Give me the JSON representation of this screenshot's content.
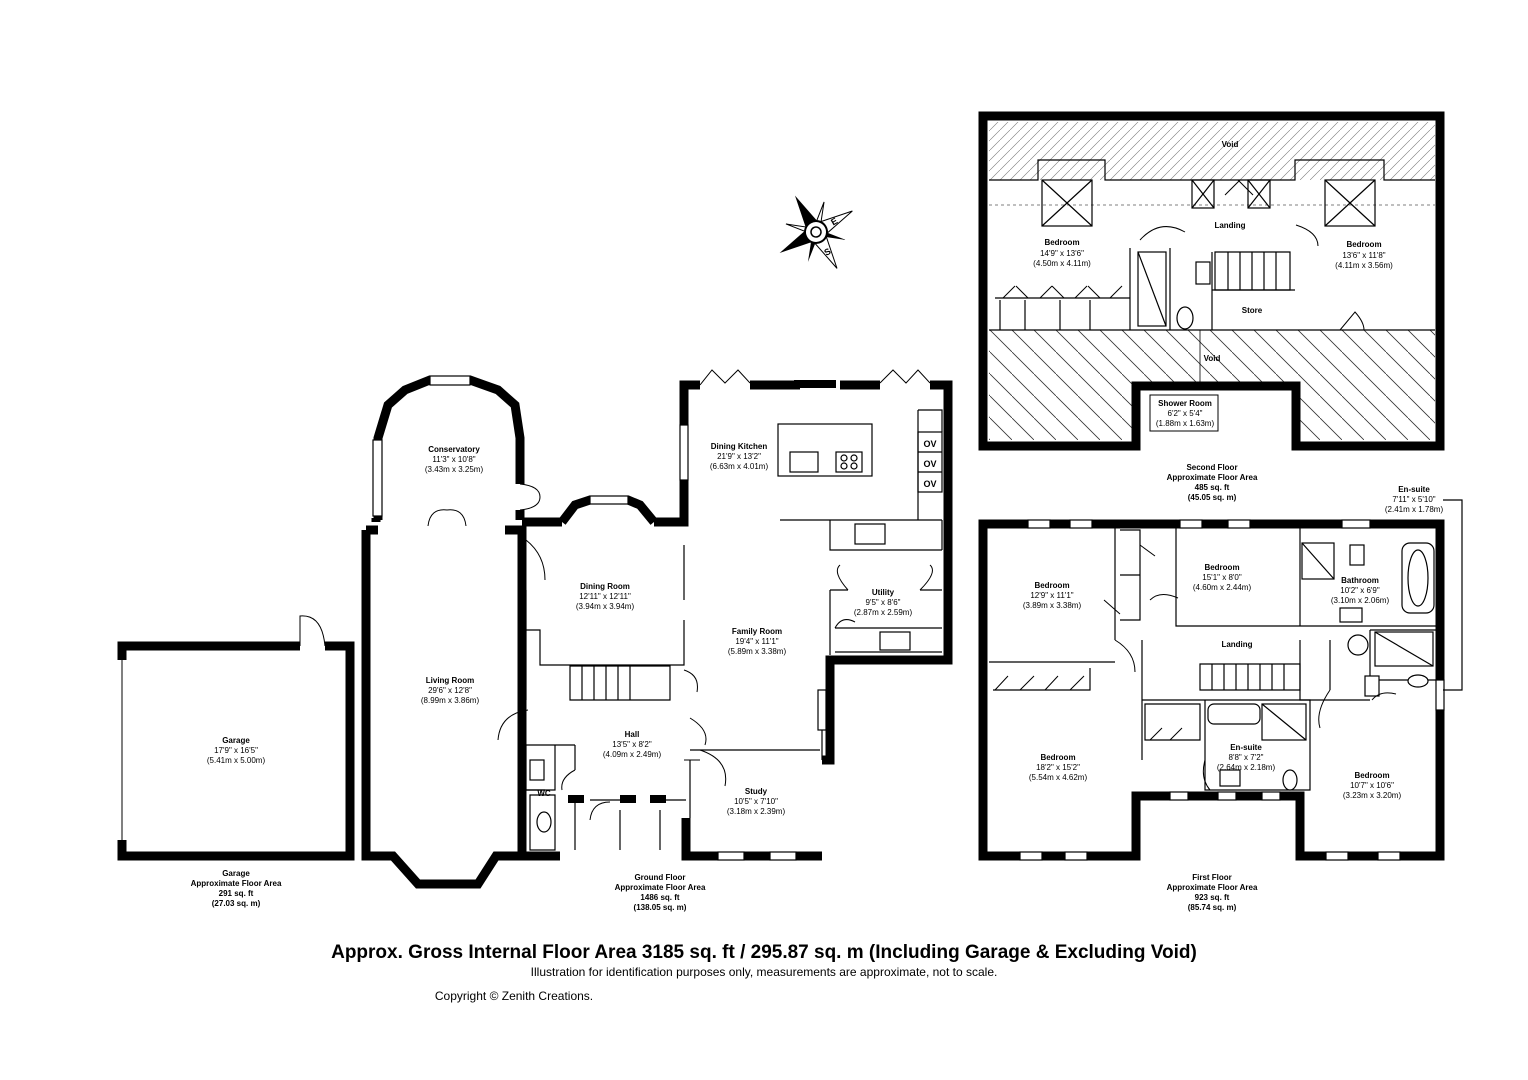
{
  "compass": {
    "n": "N",
    "e": "E",
    "s": "S",
    "w": "W"
  },
  "second_floor": {
    "void_top": "Void",
    "void_bottom": "Void",
    "landing": "Landing",
    "store": "Store",
    "bedroom_left": {
      "name": "Bedroom",
      "imperial": "14'9\" x 13'6\"",
      "metric": "(4.50m x 4.11m)"
    },
    "bedroom_right": {
      "name": "Bedroom",
      "imperial": "13'6\" x 11'8\"",
      "metric": "(4.11m x 3.56m)"
    },
    "shower_room": {
      "name": "Shower Room",
      "imperial": "6'2\" x 5'4\"",
      "metric": "(1.88m x 1.63m)"
    },
    "area": {
      "title": "Second Floor",
      "subtitle": "Approximate Floor Area",
      "sqft": "485 sq. ft",
      "sqm": "(45.05 sq. m)"
    }
  },
  "first_floor": {
    "landing": "Landing",
    "bedroom_nw": {
      "name": "Bedroom",
      "imperial": "12'9\" x 11'1\"",
      "metric": "(3.89m x 3.38m)"
    },
    "bedroom_n": {
      "name": "Bedroom",
      "imperial": "15'1\" x 8'0\"",
      "metric": "(4.60m x 2.44m)"
    },
    "bathroom": {
      "name": "Bathroom",
      "imperial": "10'2\" x 6'9\"",
      "metric": "(3.10m x 2.06m)"
    },
    "ensuite_top": {
      "name": "En-suite",
      "imperial": "7'11\" x 5'10\"",
      "metric": "(2.41m x 1.78m)"
    },
    "bedroom_sw": {
      "name": "Bedroom",
      "imperial": "18'2\" x 15'2\"",
      "metric": "(5.54m x 4.62m)"
    },
    "ensuite_mid": {
      "name": "En-suite",
      "imperial": "8'8\" x 7'2\"",
      "metric": "(2.64m x 2.18m)"
    },
    "bedroom_se": {
      "name": "Bedroom",
      "imperial": "10'7\" x 10'6\"",
      "metric": "(3.23m x 3.20m)"
    },
    "area": {
      "title": "First Floor",
      "subtitle": "Approximate Floor Area",
      "sqft": "923 sq. ft",
      "sqm": "(85.74 sq. m)"
    }
  },
  "ground_floor": {
    "conservatory": {
      "name": "Conservatory",
      "imperial": "11'3\" x 10'8\"",
      "metric": "(3.43m x 3.25m)"
    },
    "living_room": {
      "name": "Living Room",
      "imperial": "29'6\" x 12'8\"",
      "metric": "(8.99m x 3.86m)"
    },
    "dining_room": {
      "name": "Dining Room",
      "imperial": "12'11\" x 12'11\"",
      "metric": "(3.94m x 3.94m)"
    },
    "dining_kitchen": {
      "name": "Dining Kitchen",
      "imperial": "21'9\" x 13'2\"",
      "metric": "(6.63m x 4.01m)"
    },
    "utility": {
      "name": "Utility",
      "imperial": "9'5\" x 8'6\"",
      "metric": "(2.87m x 2.59m)"
    },
    "family_room": {
      "name": "Family Room",
      "imperial": "19'4\" x 11'1\"",
      "metric": "(5.89m x 3.38m)"
    },
    "hall": {
      "name": "Hall",
      "imperial": "13'5\" x 8'2\"",
      "metric": "(4.09m x 2.49m)"
    },
    "study": {
      "name": "Study",
      "imperial": "10'5\" x 7'10\"",
      "metric": "(3.18m x 2.39m)"
    },
    "wc": "WC",
    "oven_labels": [
      "OV",
      "OV",
      "OV"
    ],
    "area": {
      "title": "Ground Floor",
      "subtitle": "Approximate Floor Area",
      "sqft": "1486 sq. ft",
      "sqm": "(138.05 sq. m)"
    }
  },
  "garage": {
    "room": {
      "name": "Garage",
      "imperial": "17'9\" x 16'5\"",
      "metric": "(5.41m x 5.00m)"
    },
    "area": {
      "title": "Garage",
      "subtitle": "Approximate Floor Area",
      "sqft": "291 sq. ft",
      "sqm": "(27.03 sq. m)"
    }
  },
  "footer": {
    "summary": "Approx. Gross Internal Floor Area 3185 sq. ft / 295.87 sq. m (Including Garage & Excluding Void)",
    "disclaimer": "Illustration for identification purposes only, measurements are approximate, not to scale.",
    "copyright": "Copyright © Zenith Creations."
  }
}
